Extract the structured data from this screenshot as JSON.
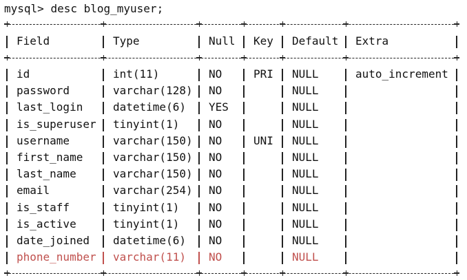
{
  "terminal": {
    "prompt": "mysql>",
    "command": "desc blog_myuser;"
  },
  "table": {
    "headers": [
      "Field",
      "Type",
      "Null",
      "Key",
      "Default",
      "Extra"
    ],
    "rows": [
      [
        "id",
        "int(11)",
        "NO",
        "PRI",
        "NULL",
        "auto_increment"
      ],
      [
        "password",
        "varchar(128)",
        "NO",
        "",
        "NULL",
        ""
      ],
      [
        "last_login",
        "datetime(6)",
        "YES",
        "",
        "NULL",
        ""
      ],
      [
        "is_superuser",
        "tinyint(1)",
        "NO",
        "",
        "NULL",
        ""
      ],
      [
        "username",
        "varchar(150)",
        "NO",
        "UNI",
        "NULL",
        ""
      ],
      [
        "first_name",
        "varchar(150)",
        "NO",
        "",
        "NULL",
        ""
      ],
      [
        "last_name",
        "varchar(150)",
        "NO",
        "",
        "NULL",
        ""
      ],
      [
        "email",
        "varchar(254)",
        "NO",
        "",
        "NULL",
        ""
      ],
      [
        "is_staff",
        "tinyint(1)",
        "NO",
        "",
        "NULL",
        ""
      ],
      [
        "is_active",
        "tinyint(1)",
        "NO",
        "",
        "NULL",
        ""
      ],
      [
        "date_joined",
        "datetime(6)",
        "NO",
        "",
        "NULL",
        ""
      ],
      [
        "phone_number",
        "varchar(11)",
        "NO",
        "",
        "NULL",
        ""
      ]
    ],
    "highlighted_row": 11
  },
  "colors": {
    "text": "#111111",
    "highlight": "#c0504d",
    "background": "#ffffff"
  }
}
